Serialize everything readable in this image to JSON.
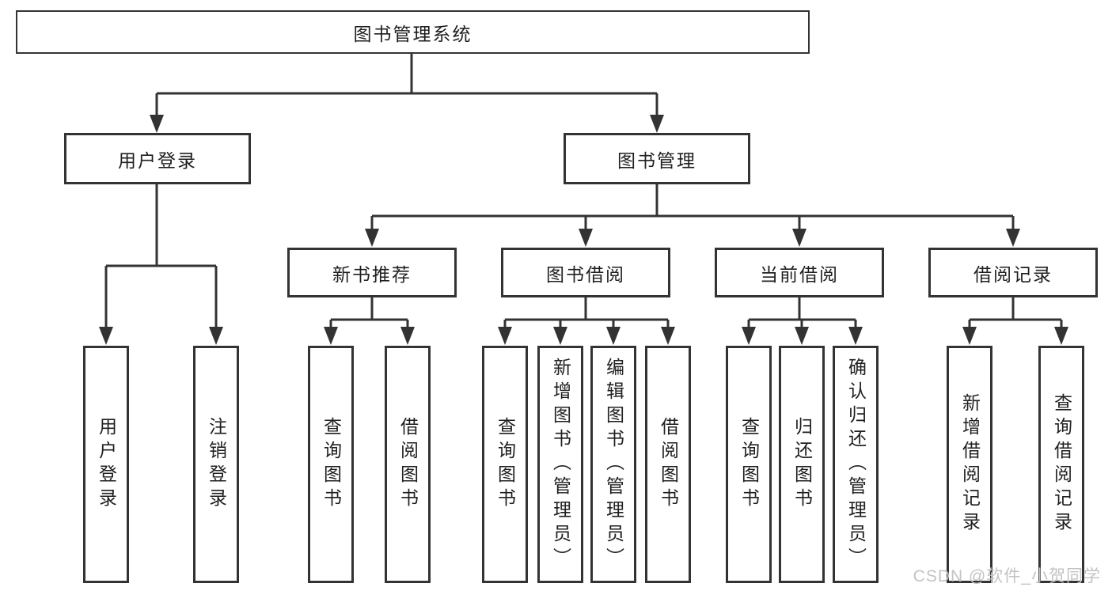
{
  "tree": {
    "root": {
      "label": "图书管理系统"
    },
    "level1": [
      {
        "label": "用户登录"
      },
      {
        "label": "图书管理"
      }
    ],
    "level2": [
      {
        "label": "新书推荐"
      },
      {
        "label": "图书借阅"
      },
      {
        "label": "当前借阅"
      },
      {
        "label": "借阅记录"
      }
    ],
    "leaves": {
      "user_login": [
        {
          "label": "用户登录"
        },
        {
          "label": "注销登录"
        }
      ],
      "new_book_recommendation": [
        {
          "label": "查询图书"
        },
        {
          "label": "借阅图书"
        }
      ],
      "book_borrowing": [
        {
          "label": "查询图书"
        },
        {
          "label": "新增图书（管理员）"
        },
        {
          "label": "编辑图书（管理员）"
        },
        {
          "label": "借阅图书"
        }
      ],
      "current_borrowing": [
        {
          "label": "查询图书"
        },
        {
          "label": "归还图书"
        },
        {
          "label": "确认归还（管理员）"
        }
      ],
      "borrowing_records": [
        {
          "label": "新增借阅记录"
        },
        {
          "label": "查询借阅记录"
        }
      ]
    }
  },
  "watermark": {
    "text": "CSDN @软件_小贺同学"
  },
  "colors": {
    "line": "#333333",
    "box_border": "#333333",
    "box_fill": "#ffffff",
    "text": "#1f1f1f",
    "watermark": "#c3c3c3"
  }
}
